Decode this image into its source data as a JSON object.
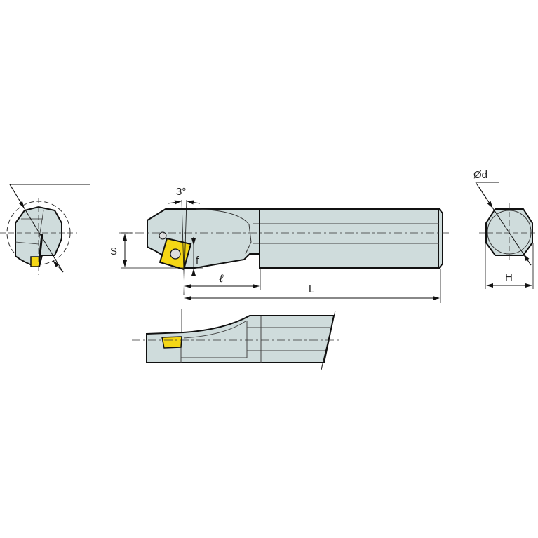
{
  "diagram": {
    "type": "technical-drawing",
    "subject": "boring bar with indexable diamond insert",
    "colors": {
      "body": "#cfdcdc",
      "insert": "#f5d715",
      "outline": "#111111",
      "dim_line": "#333333"
    },
    "views": [
      "end-view-left",
      "top-view",
      "end-view-right",
      "side-view"
    ],
    "labels": {
      "angle": "3°",
      "S": "S",
      "f": "f",
      "l": "ℓ",
      "L": "L",
      "d": "Ød",
      "H": "H"
    }
  }
}
